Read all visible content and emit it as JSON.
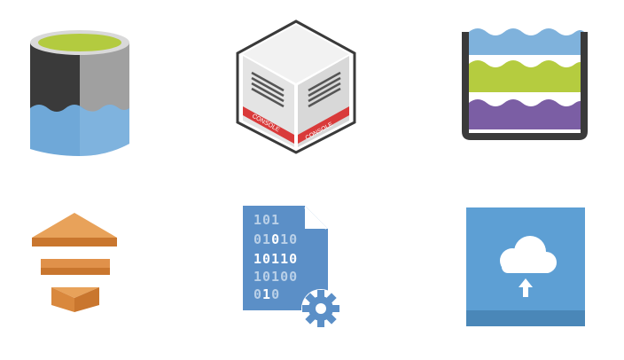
{
  "icons": [
    {
      "name": "data-lake-store-icon"
    },
    {
      "name": "appliance-box-icon"
    },
    {
      "name": "data-lake-layers-icon"
    },
    {
      "name": "funnel-stack-icon"
    },
    {
      "name": "binary-config-file-icon"
    },
    {
      "name": "cloud-upload-icon"
    }
  ],
  "appliance_box": {
    "label_left": "CONSOLE",
    "label_right": "CONSOLE"
  },
  "binary_file": {
    "lines": [
      {
        "pre": "101",
        "hl": "",
        "post": ""
      },
      {
        "pre": "01",
        "hl": "0",
        "post": "10"
      },
      {
        "pre": "",
        "hl": "10110",
        "post": ""
      },
      {
        "pre": "10100",
        "hl": "",
        "post": ""
      },
      {
        "pre": "0",
        "hl": "1",
        "post": "0"
      }
    ]
  },
  "colors": {
    "lake_top": "#b3cb3f",
    "lake_water": "#6fa8d8",
    "lake_dark": "#3a3a3a",
    "lake_gray": "#a0a0a0",
    "layer_blue": "#7fb2dc",
    "layer_green": "#b5cc3f",
    "layer_purple": "#7b5ea4",
    "frame": "#3a3a3a",
    "funnel_orange": "#d98a3d",
    "file_blue": "#5b8fc7",
    "tile_blue": "#5d9fd4",
    "tile_bottom": "#4a87b8",
    "box_red": "#d93a3a"
  }
}
